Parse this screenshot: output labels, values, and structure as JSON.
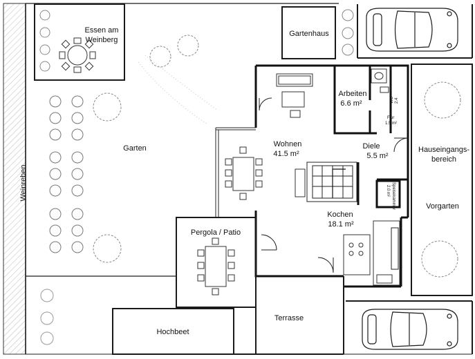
{
  "labels": {
    "essen_am_weinberg": [
      "Essen am",
      "Weinberg"
    ],
    "gartenhaus": "Gartenhaus",
    "garten": "Garten",
    "weinreben": "Weinreben",
    "arbeiten": "Arbeiten",
    "arbeiten_area": "6.6 m²",
    "wc": "WC",
    "wc_area": "2.4",
    "flur": "Flur",
    "flur_area": "1.5 m²",
    "wohnen": "Wohnen",
    "wohnen_area": "41.5 m²",
    "diele": "Diele",
    "diele_area": "5.5 m²",
    "speisekammer": "Speisekammer",
    "speisekammer_area": "2.0 m²",
    "kochen": "Kochen",
    "kochen_area": "18.1 m²",
    "pergola": "Pergola / Patio",
    "hauseingang": [
      "Hauseingangs-",
      "bereich"
    ],
    "vorgarten": "Vorgarten",
    "hochbeet": "Hochbeet",
    "terrasse": "Terrasse"
  },
  "colors": {
    "ink": "#1a1a1a",
    "hatch": "#bbbbbb",
    "background": "#ffffff"
  }
}
